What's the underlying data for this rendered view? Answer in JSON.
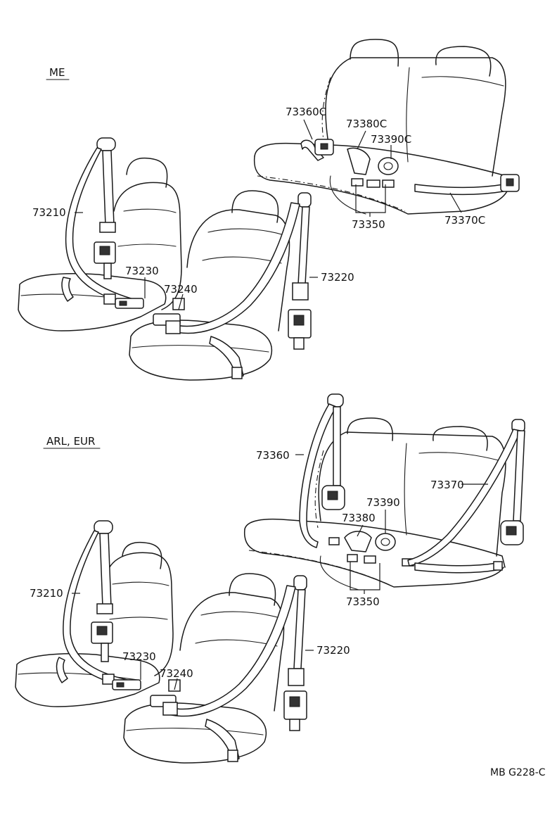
{
  "sections": [
    {
      "id": "me",
      "title": "ME",
      "callouts": {
        "rear_left_retractor": "73360C",
        "rear_center_buckle": "73380C",
        "rear_center_belt": "73390C",
        "rear_anchor_plates": "73350",
        "rear_right_belt": "73370C",
        "front_left_belt": "73210",
        "front_left_buckle": "73230",
        "front_right_buckle": "73240",
        "front_right_belt": "73220"
      }
    },
    {
      "id": "arl-eur",
      "title": "ARL, EUR",
      "callouts": {
        "rear_left_retractor": "73360",
        "rear_center_buckle": "73380",
        "rear_center_belt": "73390",
        "rear_anchor_plates": "73350",
        "rear_right_belt": "73370",
        "front_left_belt": "73210",
        "front_left_buckle": "73230",
        "front_right_buckle": "73240",
        "front_right_belt": "73220"
      }
    }
  ],
  "figure_code": "MB G228-C"
}
